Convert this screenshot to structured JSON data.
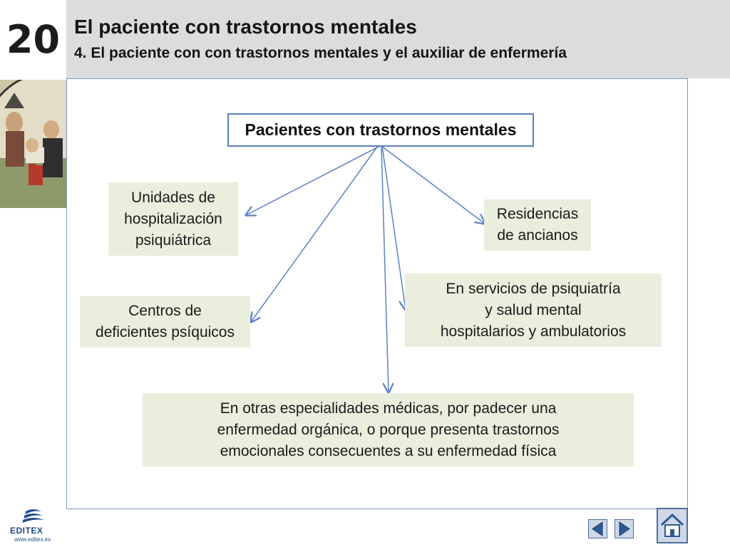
{
  "header": {
    "chapter_number": "20",
    "title": "El paciente con trastornos mentales",
    "subtitle": "4. El paciente con con trastornos mentales y el auxiliar de enfermería"
  },
  "diagram": {
    "root": "Pacientes con trastornos mentales",
    "nodes": [
      {
        "id": "unidades",
        "label": "Unidades de\nhospitalización\npsiquiátrica"
      },
      {
        "id": "residencias",
        "label": "Residencias\nde ancianos"
      },
      {
        "id": "centros",
        "label": "Centros de\ndeficientes psíquicos"
      },
      {
        "id": "servicios",
        "label": "En servicios de psiquiatría\ny salud mental\nhospitalarios y ambulatorios"
      },
      {
        "id": "otras",
        "label": "En otras especialidades médicas, por padecer una\nenfermedad orgánica, o porque presenta trastornos\nemocionales consecuentes a su enfermedad física"
      }
    ],
    "edges": [
      {
        "from": "root",
        "to": "unidades"
      },
      {
        "from": "root",
        "to": "residencias"
      },
      {
        "from": "root",
        "to": "centros"
      },
      {
        "from": "root",
        "to": "servicios"
      },
      {
        "from": "root",
        "to": "otras"
      }
    ]
  },
  "footer": {
    "logo_text": "EDITEX",
    "logo_url": "www.editex.es",
    "nav": {
      "prev_icon": "triangle-left-icon",
      "next_icon": "triangle-right-icon",
      "home_icon": "home-icon"
    }
  },
  "colors": {
    "header_band": "#dcdcdc",
    "root_border": "#5a7fbf",
    "leaf_fill": "#e9eedd",
    "arrow": "#5b82c2",
    "brand": "#1f4e8c"
  }
}
